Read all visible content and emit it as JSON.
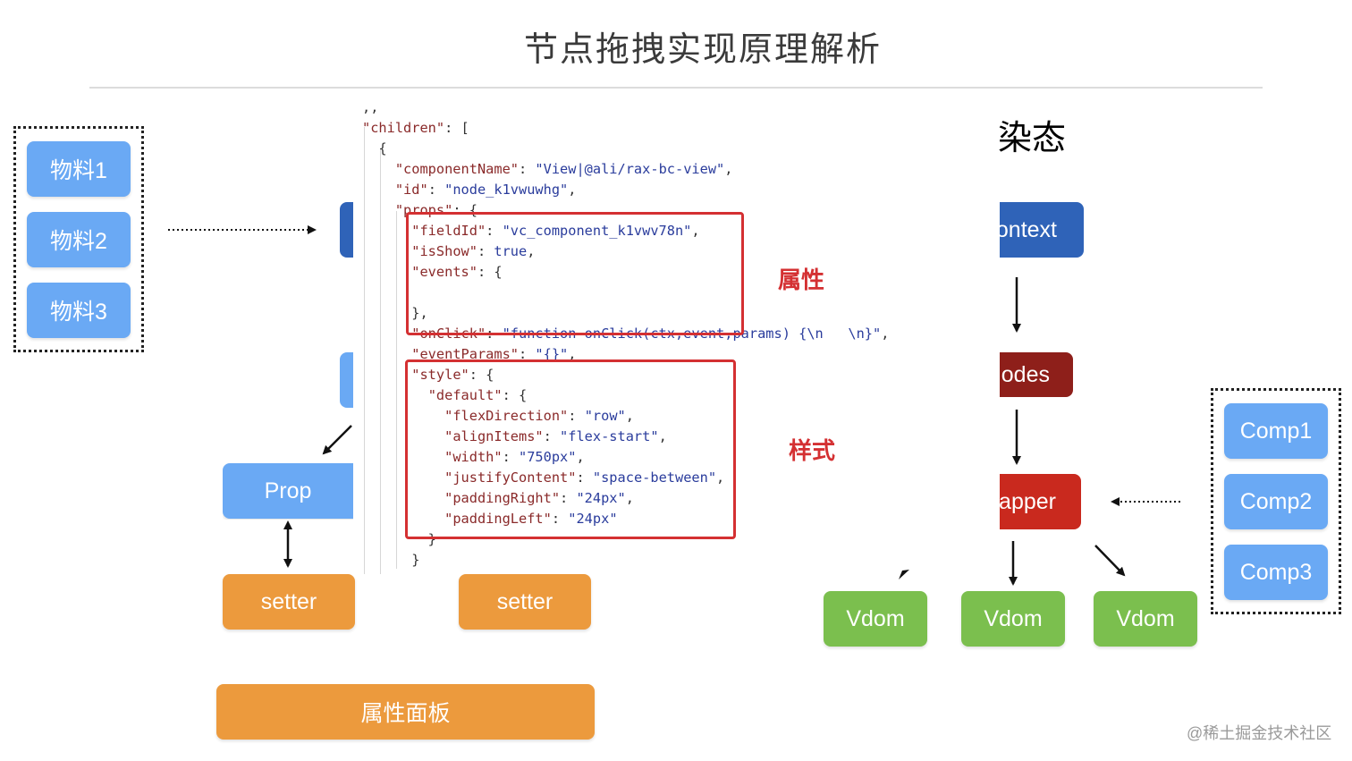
{
  "title": "节点拖拽实现原理解析",
  "materials": [
    "物料1",
    "物料2",
    "物料3"
  ],
  "left": {
    "prop": "Prop",
    "setter1": "setter",
    "setter2": "setter",
    "panel": "属性面板"
  },
  "code_lines": [
    ",,",
    "\"children\": [",
    "  {",
    "    \"componentName\": \"View|@ali/rax-bc-view\",",
    "    \"id\": \"node_k1vwuwhg\",",
    "    \"props\": {",
    "      \"fieldId\": \"vc_component_k1vwv78n\",",
    "      \"isShow\": true,",
    "      \"events\": {",
    "",
    "      },",
    "      \"onClick\": \"function onClick(ctx,event,params) {\\n   \\n}\",",
    "      \"eventParams\": \"{}\",",
    "      \"style\": {",
    "        \"default\": {",
    "          \"flexDirection\": \"row\",",
    "          \"alignItems\": \"flex-start\",",
    "          \"width\": \"750px\",",
    "          \"justifyContent\": \"space-between\",",
    "          \"paddingRight\": \"24px\",",
    "          \"paddingLeft\": \"24px\"",
    "        }",
    "      }",
    "    }"
  ],
  "labels": {
    "attr": "属性",
    "style": "样式"
  },
  "right": {
    "heading": "染态",
    "context": "ontext",
    "nodes": "odes",
    "wrapper": "apper",
    "vdoms": [
      "Vdom",
      "Vdom",
      "Vdom"
    ],
    "comps": [
      "Comp1",
      "Comp2",
      "Comp3"
    ]
  },
  "watermark": "@稀土掘金技术社区",
  "colors": {
    "blue": "#6aa9f4",
    "orange": "#ec9a3d",
    "green": "#7bbf4e",
    "navy": "#2f63b8",
    "maroon": "#8e1f1a",
    "red": "#c9291e",
    "highlight": "#d43032"
  }
}
